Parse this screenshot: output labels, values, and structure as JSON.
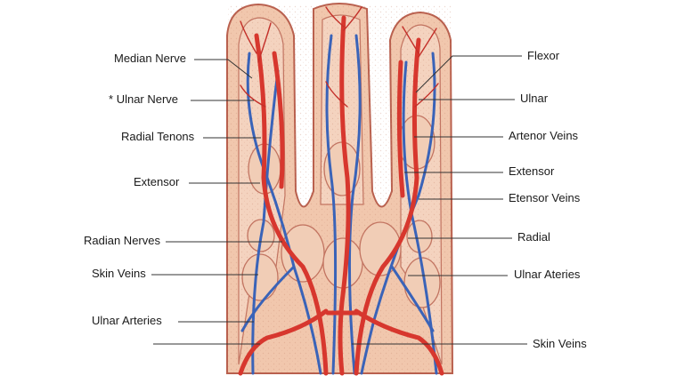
{
  "colors": {
    "skin": "#f1c7ad",
    "skin_dark": "#d99378",
    "skin_outline": "#b9604e",
    "tissue": "#f3d6c2",
    "artery": "#d7372e",
    "artery_dark": "#a8231f",
    "vein": "#3a63b8",
    "line": "#333333",
    "text": "#1a1a1a"
  },
  "labels_left": [
    {
      "id": "median-nerve",
      "text": "Median Nerve"
    },
    {
      "id": "ulnar-nerve",
      "text": "Ulnar Nerve",
      "marker": "*"
    },
    {
      "id": "radial-tenons",
      "text": "Radial Tenons"
    },
    {
      "id": "extensor-left",
      "text": "Extensor"
    },
    {
      "id": "radian-nerves",
      "text": "Radian Nerves"
    },
    {
      "id": "skin-veins-left",
      "text": "Skin Veins"
    },
    {
      "id": "ulnar-arteries-left",
      "text": "Ulnar Arteries"
    }
  ],
  "labels_right": [
    {
      "id": "flexor",
      "text": "Flexor"
    },
    {
      "id": "ulnar-right",
      "text": "Ulnar"
    },
    {
      "id": "artenor-veins",
      "text": "Artenor Veins"
    },
    {
      "id": "extensor-right",
      "text": "Extensor"
    },
    {
      "id": "etensor-veins",
      "text": "Etensor Veins"
    },
    {
      "id": "radial",
      "text": "Radial"
    },
    {
      "id": "ulnar-ateries",
      "text": "Ulnar Ateries"
    },
    {
      "id": "skin-veins-right",
      "text": "Skin Veins"
    }
  ]
}
